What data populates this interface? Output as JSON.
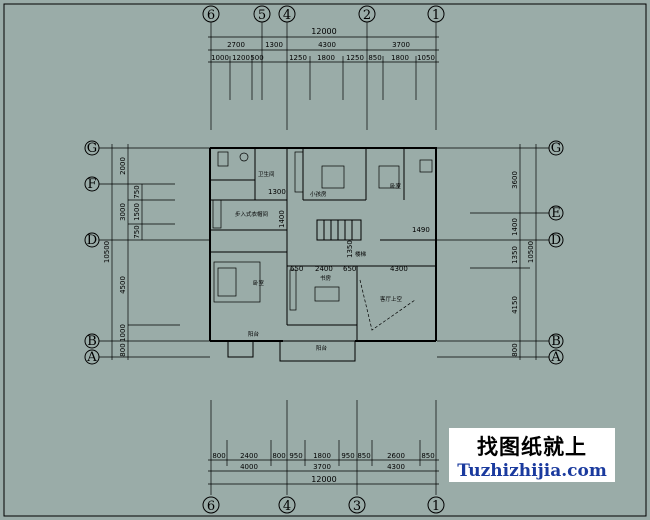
{
  "top_axes": [
    "6",
    "5",
    "4",
    "2",
    "1"
  ],
  "bottom_axes": [
    "6",
    "4",
    "3",
    "1"
  ],
  "left_axes": [
    "G",
    "F",
    "D",
    "B",
    "A"
  ],
  "right_axes": [
    "G",
    "E",
    "D",
    "B",
    "A"
  ],
  "top_total": "12000",
  "top_mid": [
    "2700",
    "1300",
    "4300",
    "3700"
  ],
  "top_inner": [
    "1000",
    "1200",
    "500",
    "1250",
    "1800",
    "1250",
    "850",
    "1800",
    "1050"
  ],
  "bottom_inner": [
    "800",
    "2400",
    "800",
    "950",
    "1800",
    "950",
    "850",
    "2600",
    "850"
  ],
  "bottom_mid": [
    "4000",
    "3700",
    "4300"
  ],
  "bottom_total": "12000",
  "left_inner": [
    "2000",
    "750",
    "1500",
    "750",
    "4500",
    "1000",
    "800"
  ],
  "left_mid": "3000",
  "left_total": "10500",
  "right_inner": [
    "3600",
    "1400",
    "1350",
    "4150",
    "800"
  ],
  "right_total": "10500",
  "interior_dims": [
    "1300",
    "1490",
    "1400",
    "2400",
    "650",
    "4300",
    "1350",
    "650"
  ],
  "rooms": {
    "wc": "卫生间",
    "walkin": "步入式衣帽间",
    "child": "小孩房",
    "bedroom": "卧室",
    "master": "卧室",
    "study": "书房",
    "stair": "楼梯",
    "void": "客厅上空",
    "balcony_left": "阳台",
    "balcony_bottom": "阳台"
  },
  "watermark": {
    "cn": "找图纸就上",
    "url": "Tuzhizhijia.com"
  },
  "colors": {
    "background": "#9aaca8",
    "url_blue": "#1a3a9e"
  }
}
